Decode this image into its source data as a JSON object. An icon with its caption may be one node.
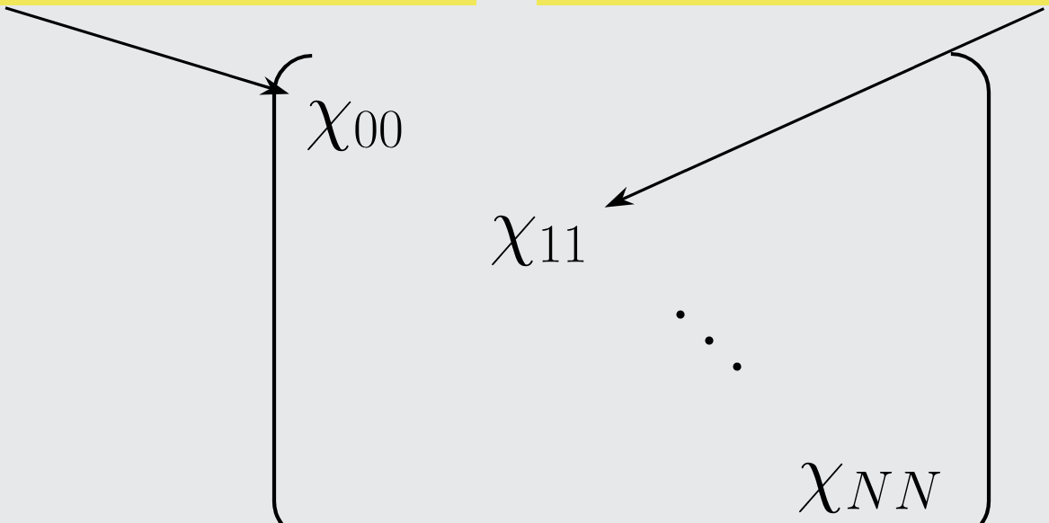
{
  "diagram": {
    "nodes": [
      {
        "text": [],
        "shape": "box"
      },
      {
        "text": [],
        "shape": "box"
      },
      {
        "text": [
          "\\chi_{00}"
        ]
      },
      {
        "text": [
          "\\chi_{11}"
        ]
      }
    ],
    "edges": [
      {
        "from": 0,
        "to": 2,
        "arrow": "to"
      },
      {
        "from": 1,
        "to": 3,
        "arrow": "to"
      }
    ],
    "labels": [
      "\\chi_{NN}"
    ]
  }
}
